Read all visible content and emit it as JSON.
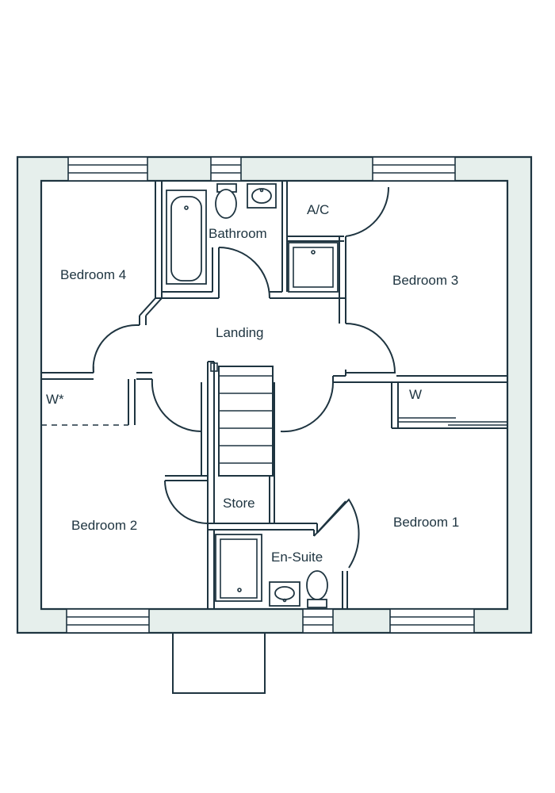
{
  "rooms": {
    "bedroom4": "Bedroom 4",
    "bathroom": "Bathroom",
    "ac": "A/C",
    "bedroom3": "Bedroom 3",
    "landing": "Landing",
    "wardrobe_left": "W*",
    "wardrobe_right": "W",
    "store": "Store",
    "bedroom2": "Bedroom 2",
    "bedroom1": "Bedroom 1",
    "ensuite": "En-Suite"
  },
  "colors": {
    "wall_fill": "#e6efec",
    "line": "#1e3440",
    "background": "#ffffff"
  }
}
